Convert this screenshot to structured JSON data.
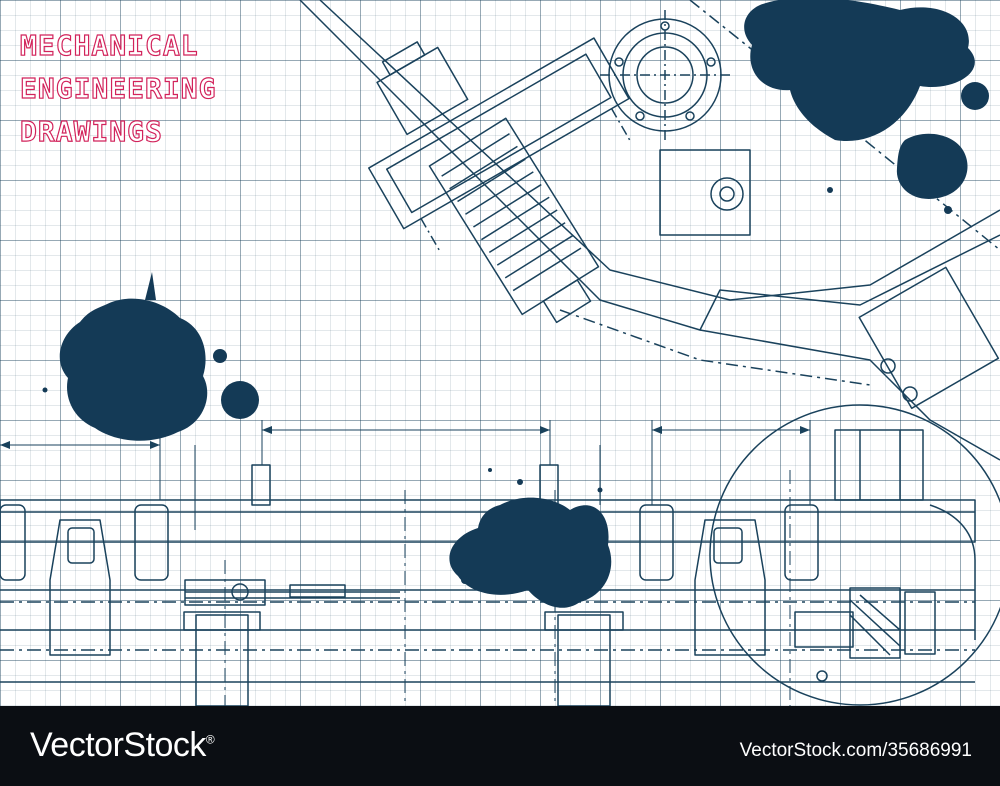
{
  "headline": {
    "line1": "MECHANICAL",
    "line2": "ENGINEERING",
    "line3": "DRAWINGS",
    "color": "#d2235b"
  },
  "footer": {
    "brand": "VectorStock",
    "trademark": "®",
    "image_id": "VectorStock.com/35686991",
    "background": "#0b0e13"
  },
  "palette": {
    "line": "#1a425c",
    "ink_splash": "#143a56",
    "background": "#ffffff"
  }
}
